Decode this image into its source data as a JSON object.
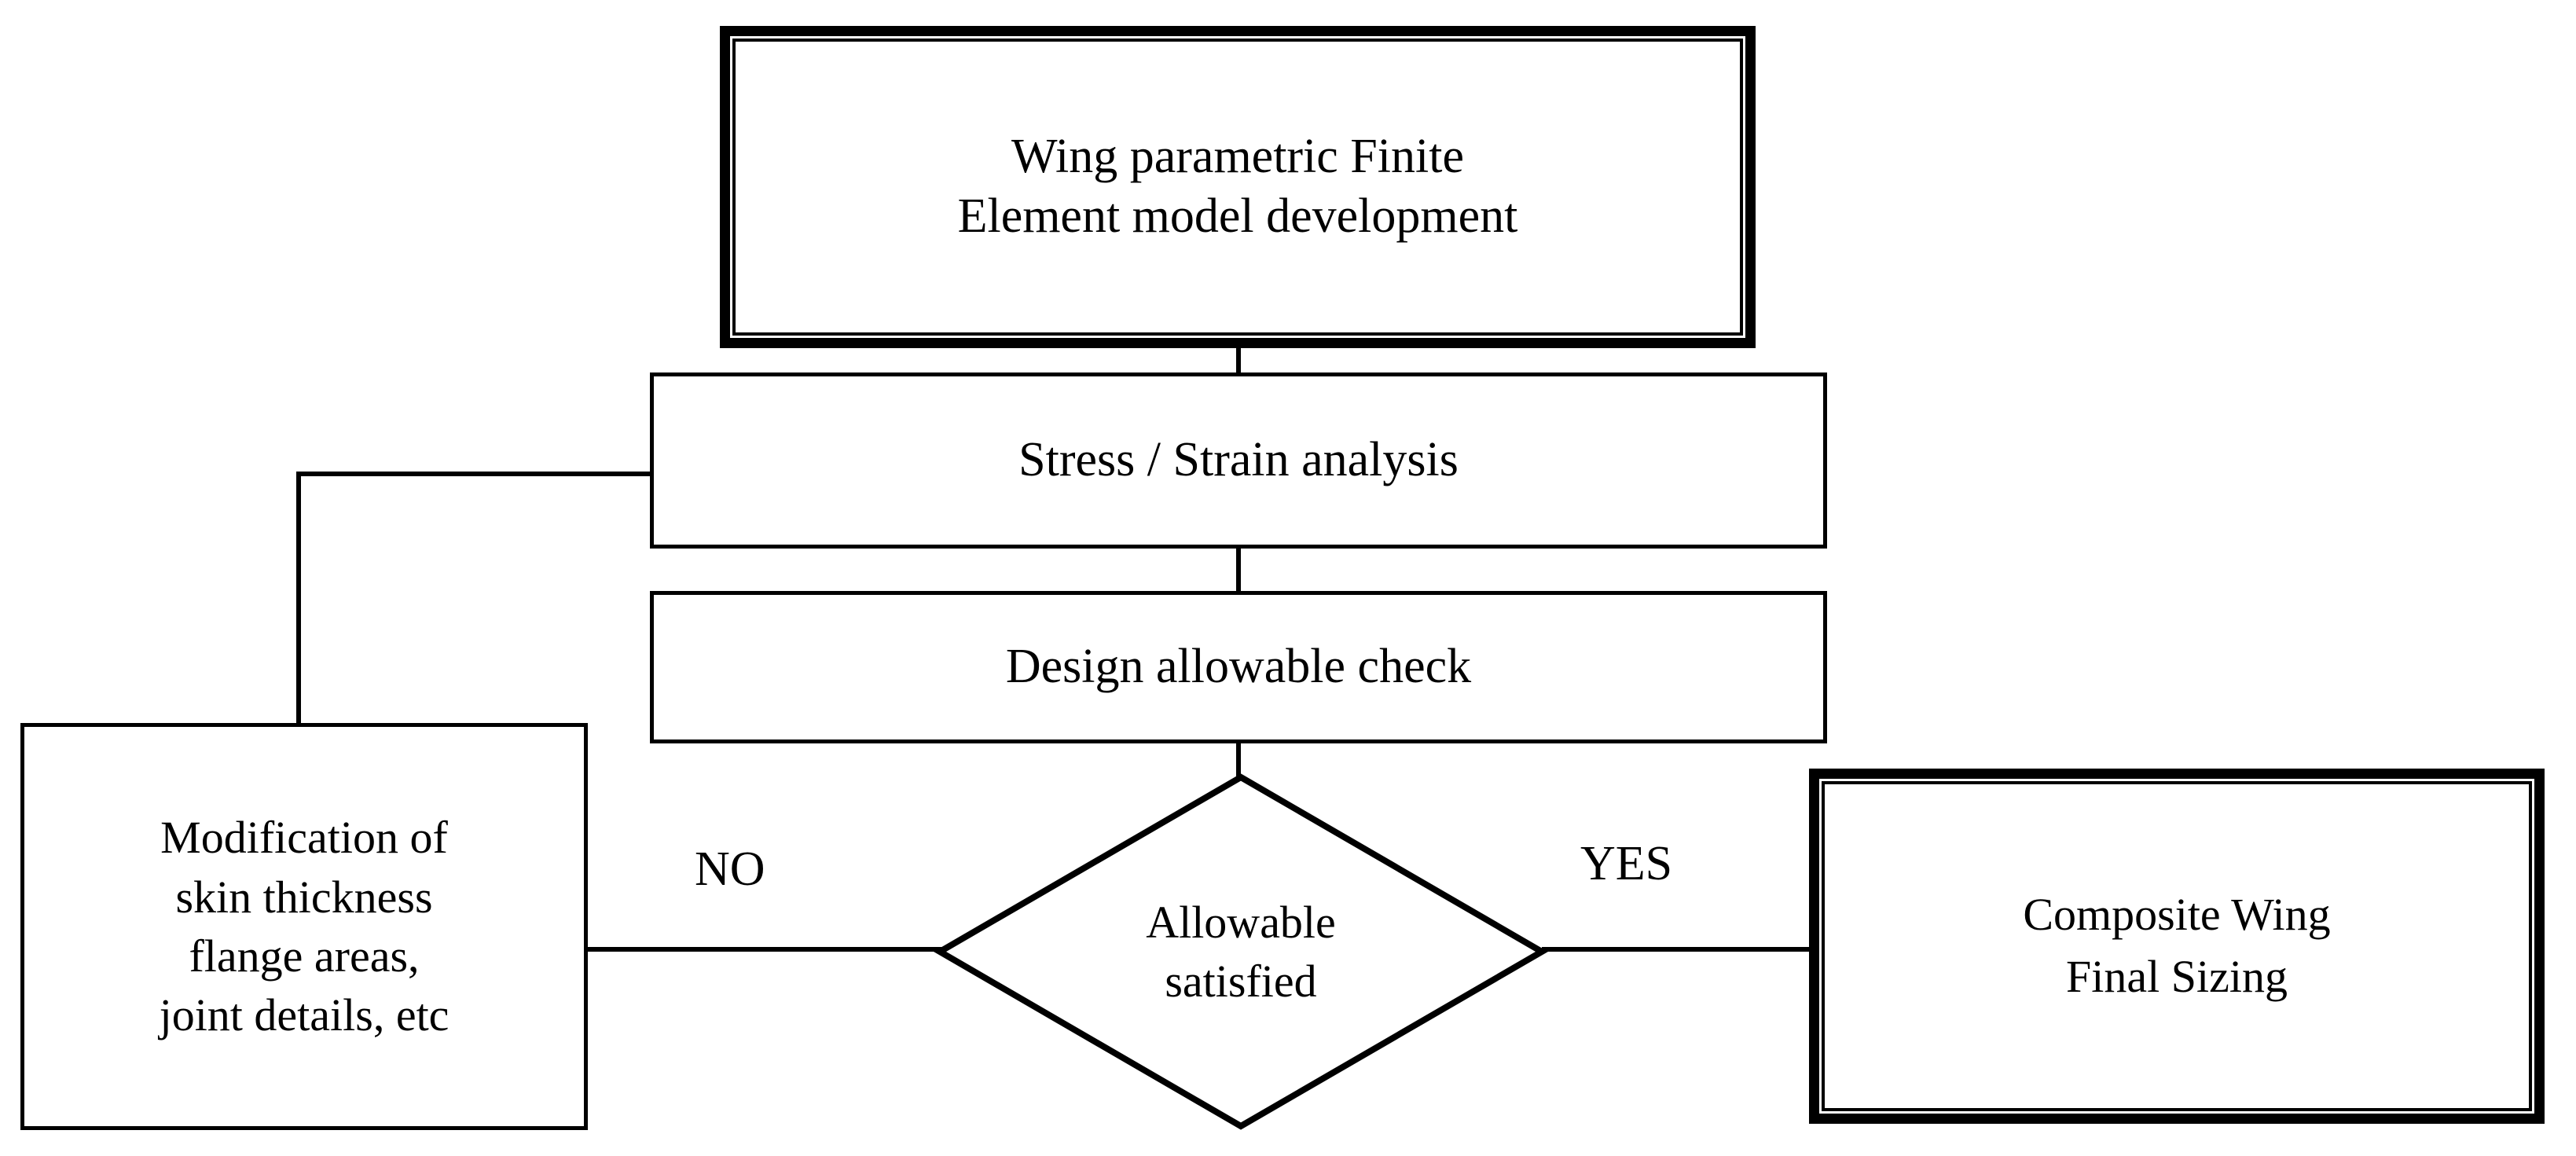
{
  "diagram": {
    "title": "Composite wing sizing iteration flowchart",
    "background_color": "#ffffff",
    "line_color": "#000000"
  },
  "nodes": {
    "wing_model": {
      "style": "emphasis-rectangle",
      "line1": "Wing parametric Finite",
      "line2": "Element model development"
    },
    "stress_strain": {
      "style": "rectangle",
      "line1": "Stress / Strain analysis"
    },
    "allowable_check": {
      "style": "rectangle",
      "line1": "Design allowable check"
    },
    "decision": {
      "style": "diamond",
      "line1": "Allowable",
      "line2": "satisfied"
    },
    "modification": {
      "style": "rectangle",
      "line1": "Modification of",
      "line2": "skin thickness",
      "line3": "flange areas,",
      "line4": "joint details, etc"
    },
    "final_sizing": {
      "style": "emphasis-rectangle",
      "line1": "Composite Wing",
      "line2": "Final Sizing"
    }
  },
  "edges": {
    "no_label": "NO",
    "yes_label": "YES"
  }
}
